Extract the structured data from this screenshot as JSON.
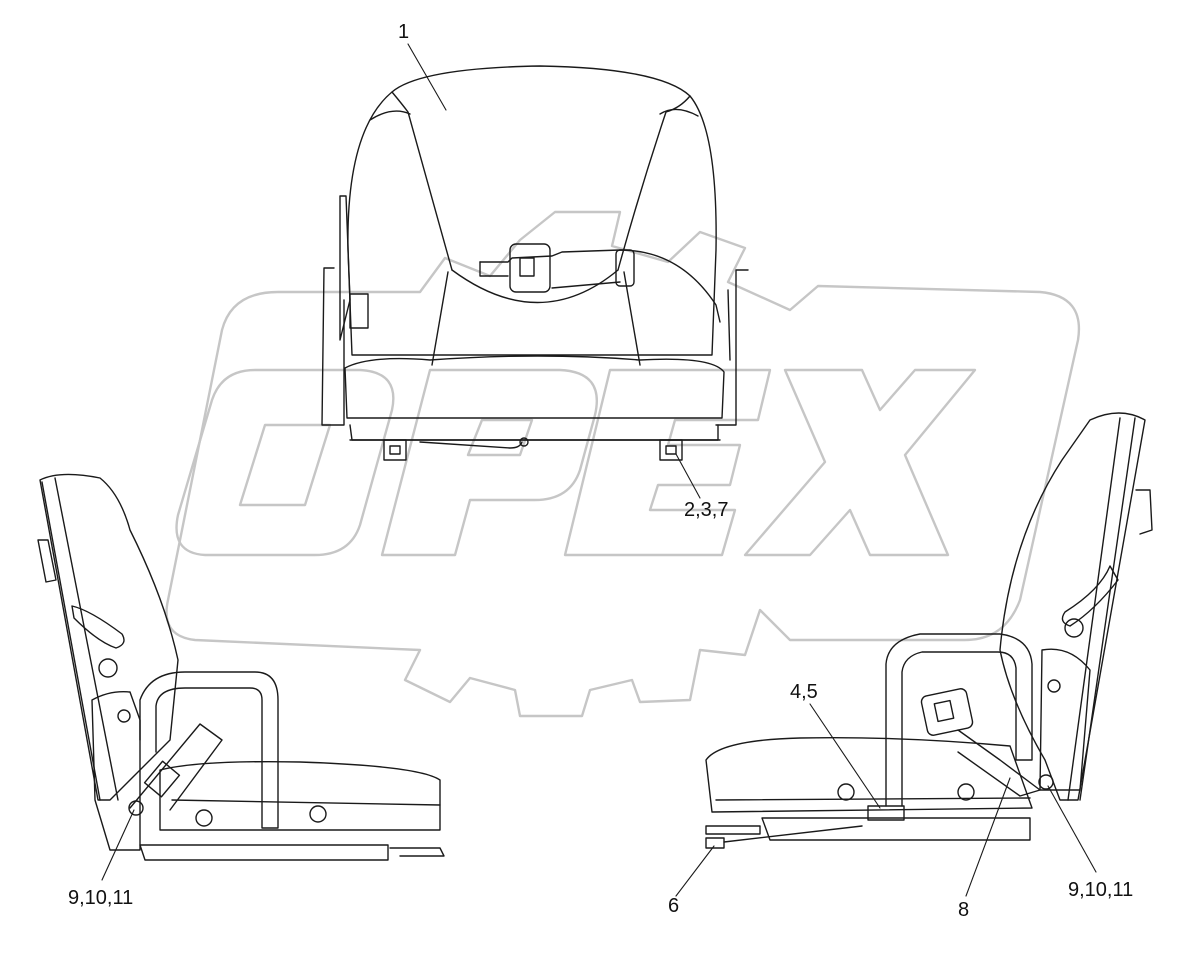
{
  "watermark": {
    "text": "OPEX",
    "gear_outline": true,
    "stroke_color": "#c9c9c9"
  },
  "line_color": "#1a1a1a",
  "callouts": [
    {
      "id": "1",
      "label": "1"
    },
    {
      "id": "237",
      "label": "2,3,7"
    },
    {
      "id": "45",
      "label": "4,5"
    },
    {
      "id": "6",
      "label": "6"
    },
    {
      "id": "8",
      "label": "8"
    },
    {
      "id": "91011-left",
      "label": "9,10,11"
    },
    {
      "id": "91011-right",
      "label": "9,10,11"
    }
  ],
  "views": [
    {
      "name": "front-view"
    },
    {
      "name": "left-side-view"
    },
    {
      "name": "right-side-view"
    }
  ]
}
